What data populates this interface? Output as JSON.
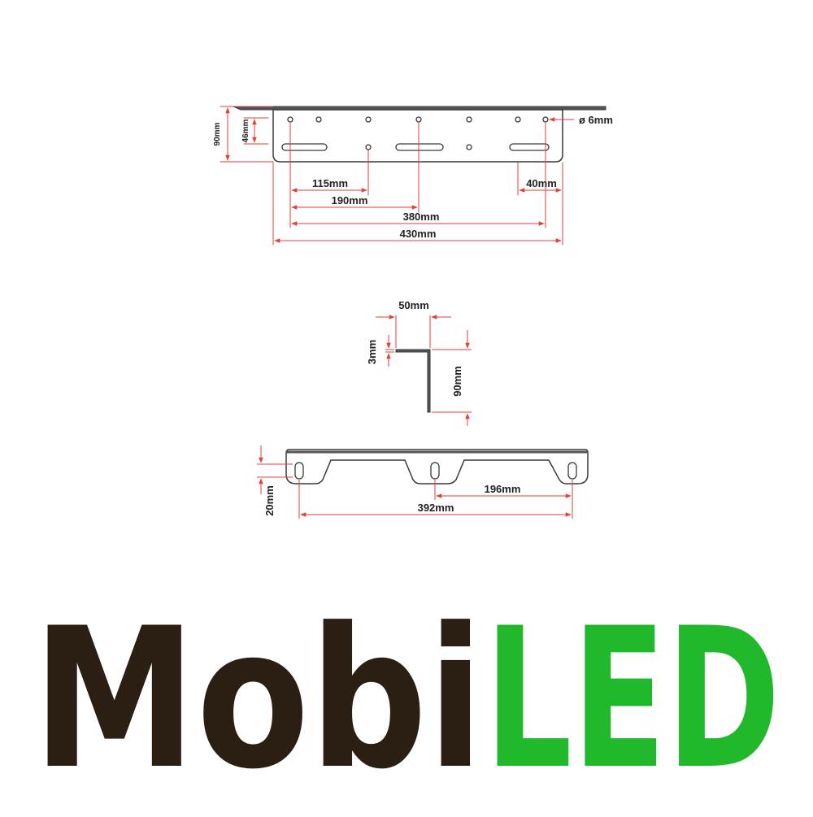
{
  "colors": {
    "dimension": "#e0413a",
    "outline": "#3a3a3a",
    "logo_dark": "#2b1f14",
    "logo_green": "#21b82b"
  },
  "top_view": {
    "label_90": "90mm",
    "label_46": "46mm",
    "label_hole": "ø 6mm",
    "label_115": "115mm",
    "label_190": "190mm",
    "label_40": "40mm",
    "label_380": "380mm",
    "label_430": "430mm"
  },
  "profile_view": {
    "label_50": "50mm",
    "label_3": "3mm",
    "label_90": "90mm"
  },
  "front_view": {
    "label_20": "20mm",
    "label_196": "196mm",
    "label_392": "392mm"
  },
  "logo": {
    "part1": "Mobi",
    "part2": "LED"
  }
}
